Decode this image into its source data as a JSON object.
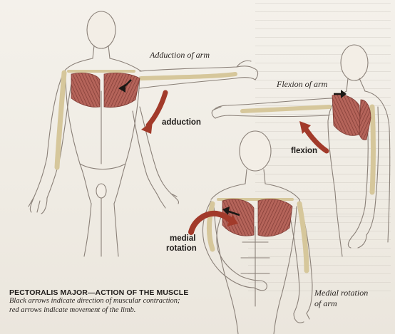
{
  "labels": {
    "adduction_title": "Adduction of arm",
    "adduction": "adduction",
    "flexion_title": "Flexion of arm",
    "flexion": "flexion",
    "medial_rotation_1": "medial",
    "medial_rotation_2": "rotation",
    "medial_rotation_title_1": "Medial rotation",
    "medial_rotation_title_2": "of arm"
  },
  "caption": {
    "title": "PECTORALIS MAJOR—ACTION OF THE MUSCLE",
    "line1": "Black arrows indicate direction of muscular contraction;",
    "line2": "red arrows indicate movement of the limb."
  },
  "colors": {
    "muscle": "#b5645a",
    "muscle_dark": "#7e3a33",
    "bone": "#eadfb8",
    "arrow_red": "#a23a2a",
    "skin_line": "#8a8078"
  }
}
